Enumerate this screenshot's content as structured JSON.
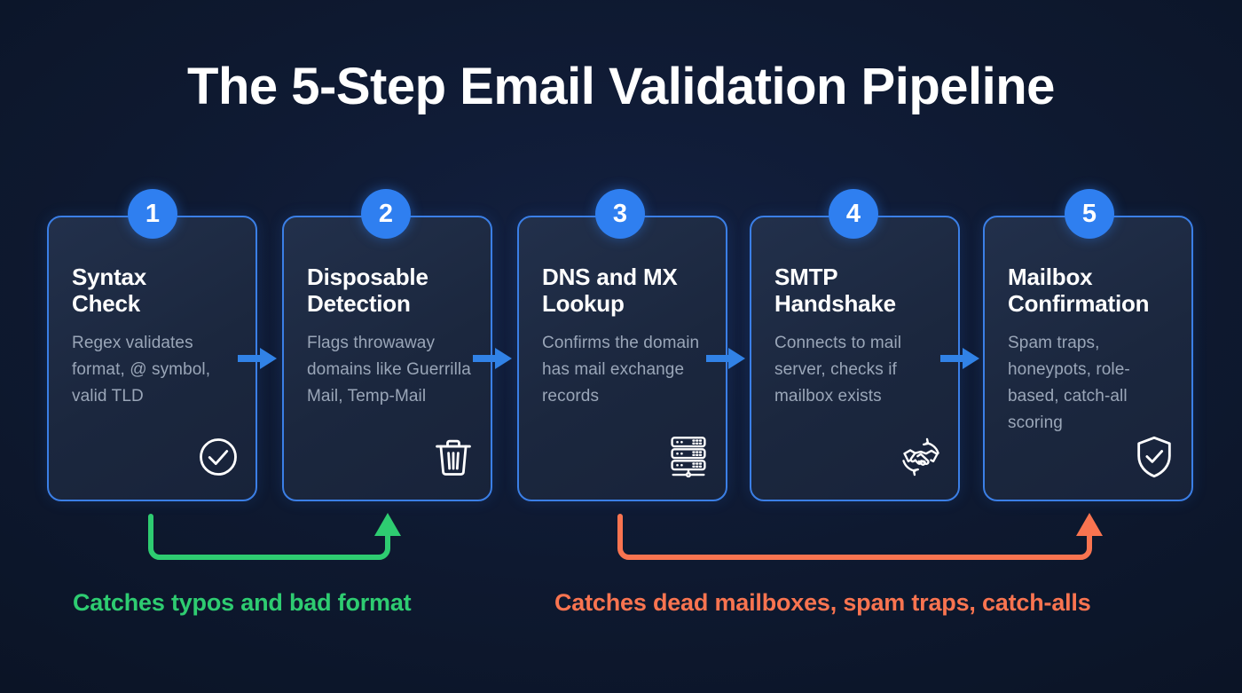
{
  "page": {
    "title": "The 5-Step Email Validation Pipeline",
    "background_color": "#0e1930"
  },
  "theme": {
    "accent_blue": "#2f7ff0",
    "card_border": "#3b7fe6",
    "card_background": "#1b273e",
    "title_color": "#ffffff",
    "body_text_color": "#9aa6b8",
    "green": "#2ecc71",
    "orange": "#f97450"
  },
  "steps": [
    {
      "number": "1",
      "title": "Syntax\nCheck",
      "description": "Regex validates format, @ symbol, valid TLD",
      "icon": "check-circle-icon"
    },
    {
      "number": "2",
      "title": "Disposable\nDetection",
      "description": "Flags throwaway domains like Guerrilla Mail, Temp-Mail",
      "icon": "trash-icon"
    },
    {
      "number": "3",
      "title": "DNS and MX\nLookup",
      "description": "Confirms the domain has mail exchange records",
      "icon": "server-rack-icon"
    },
    {
      "number": "4",
      "title": "SMTP\nHandshake",
      "description": "Connects to mail server, checks if mailbox exists",
      "icon": "handshake-sync-icon"
    },
    {
      "number": "5",
      "title": "Mailbox\nConfirmation",
      "description": "Spam traps, honeypots, role-based, catch-all scoring",
      "icon": "shield-check-icon"
    }
  ],
  "connectors": [
    {
      "icon": "arrow-right-icon",
      "from": "1",
      "to": "2"
    },
    {
      "icon": "arrow-right-icon",
      "from": "2",
      "to": "3"
    },
    {
      "icon": "arrow-right-icon",
      "from": "3",
      "to": "4"
    },
    {
      "icon": "arrow-right-icon",
      "from": "4",
      "to": "5"
    }
  ],
  "groups": [
    {
      "label": "Catches typos and bad format",
      "color": "#2ecc71",
      "covers_steps": [
        "1",
        "2"
      ]
    },
    {
      "label": "Catches dead mailboxes, spam traps, catch-alls",
      "color": "#f97450",
      "covers_steps": [
        "3",
        "4",
        "5"
      ]
    }
  ]
}
